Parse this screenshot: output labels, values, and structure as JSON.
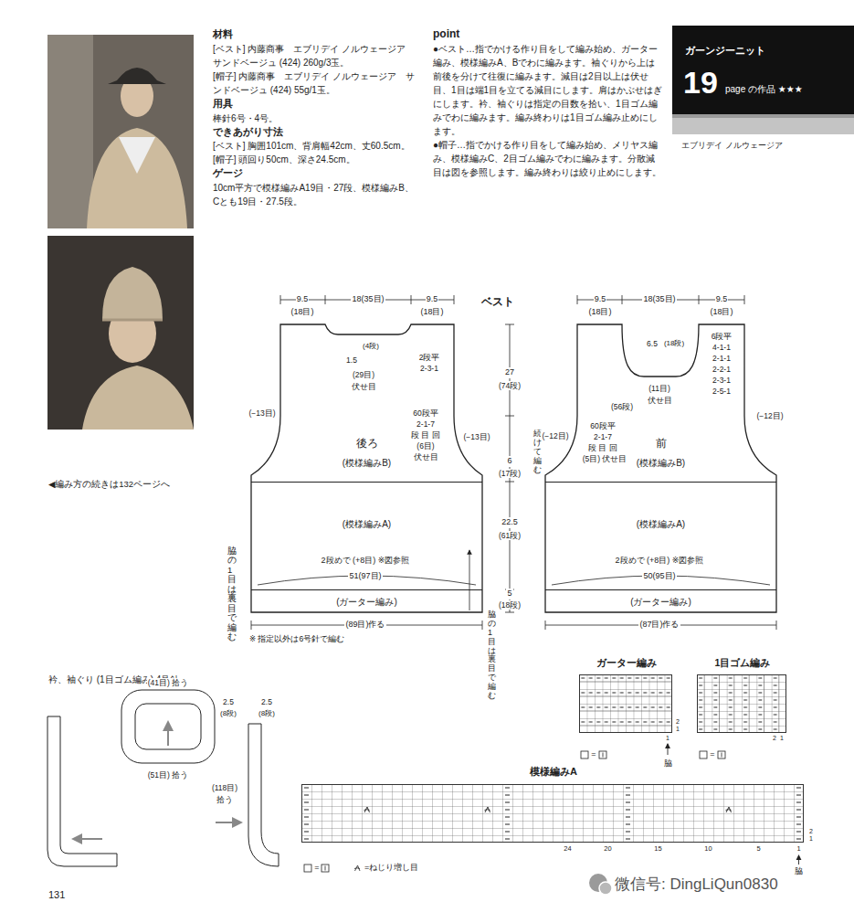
{
  "diagram": {
    "nodes": [
      {
        "text": [
          "ガーンジーニット",
          "19",
          "page の作品 ★★★"
        ]
      },
      {
        "text": [
          "後ろ",
          "(模様編みB)"
        ]
      },
      {
        "text": [
          "(模様編みA)"
        ],
        "in": 1
      },
      {
        "text": [
          "(ガーター編み)"
        ],
        "in": 1
      },
      {
        "text": [
          "前",
          "(模様編みB)"
        ]
      },
      {
        "text": [
          "(模様編みA)"
        ],
        "in": 4
      },
      {
        "text": [
          "(ガーター編み)"
        ],
        "in": 4
      },
      {
        "text": [
          "ガーター編み"
        ]
      },
      {
        "text": [
          "1目ゴム編み"
        ]
      },
      {
        "text": [
          "模様編みA"
        ]
      }
    ],
    "labels": [
      "材料",
      "[ベスト] 内藤商事　エブリデイ ノルウェージア　サンドベージュ (424) 260g/3玉。",
      "[帽子] 内藤商事　エブリデイ ノルウェージア　サンドベージュ (424) 55g/1玉。",
      "用具",
      "棒針6号・4号。",
      "できあがり寸法",
      "[ベスト] 胸囲101cm、背肩幅42cm、丈60.5cm。",
      "[帽子] 頭回り50cm、深さ24.5cm。",
      "ゲージ",
      "10cm平方で模様編みA19目・27段、模様編みB、Cとも19目・27.5段。",
      "point",
      "●ベスト…指でかける作り目をして編み始め、ガーター編み、模様編みA、Bでわに編みます。袖ぐりから上は前後を分けて往復に編みます。減目は2目以上は伏せ目、1目は端1目を立てる減目にします。肩はかぶせはぎにします。衿、袖ぐりは指定の目数を拾い、1目ゴム編みでわに編みます。編み終わりは1目ゴム編み止めにします。",
      "●帽子…指でかける作り目をして編み始め、メリヤス編み、模様編みC、2目ゴム編みでわに編みます。分散減目は図を参照します。編み終わりは絞り止めにします。",
      "エブリデイ ノルウェージア",
      "◀編み方の続きは132ページへ",
      "ベスト",
      "9.5",
      "(18目)",
      "18(35目)",
      "9.5",
      "(18目)",
      "(4段)",
      "1.5",
      "(29目)",
      "伏せ目",
      "2段平",
      "2-3-1",
      "(−13目)",
      "60段平",
      "2-1-7",
      "段 目 回",
      "(6目)",
      "伏せ目",
      "(−13目)",
      "2段めで (+8目) ※図参照",
      "51(97目)",
      "(89目)作る",
      "脇の1目は裏目で編む",
      "※ 指定以外は6号針で編む",
      "27",
      "(74段)",
      "6",
      "(17段)",
      "22.5",
      "(61段)",
      "5",
      "(18段)",
      "続けて編む",
      "脇の1目は裏目で編む",
      "9.5",
      "(18目)",
      "18(35目)",
      "9.5",
      "(18目)",
      "6.5",
      "(18段)",
      "6段平",
      "4-1-1",
      "2-1-1",
      "2-2-1",
      "2-3-1",
      "2-5-1",
      "(11目)",
      "伏せ目",
      "(56段)",
      "60段平",
      "2-1-7",
      "段 目 回",
      "(5目) 伏せ目",
      "(−12目)",
      "(−12目)",
      "2段めで (+8目) ※図参照",
      "50(95目)",
      "(87目)作る",
      "衿、袖ぐり (1目ゴム編み) 4号針",
      "(41目) 拾う",
      "2.5",
      "(8段)",
      "2.5",
      "(8段)",
      "(51目) 拾う",
      "(118目)",
      "拾う",
      "2",
      "1",
      "1",
      "脇",
      "=",
      "2",
      "1",
      "=",
      "24",
      "20",
      "15",
      "10",
      "5",
      "1",
      "2",
      "1",
      "脇",
      "=",
      "=ねじり増し目",
      "131",
      "微信号: DingLiQun0830"
    ]
  }
}
